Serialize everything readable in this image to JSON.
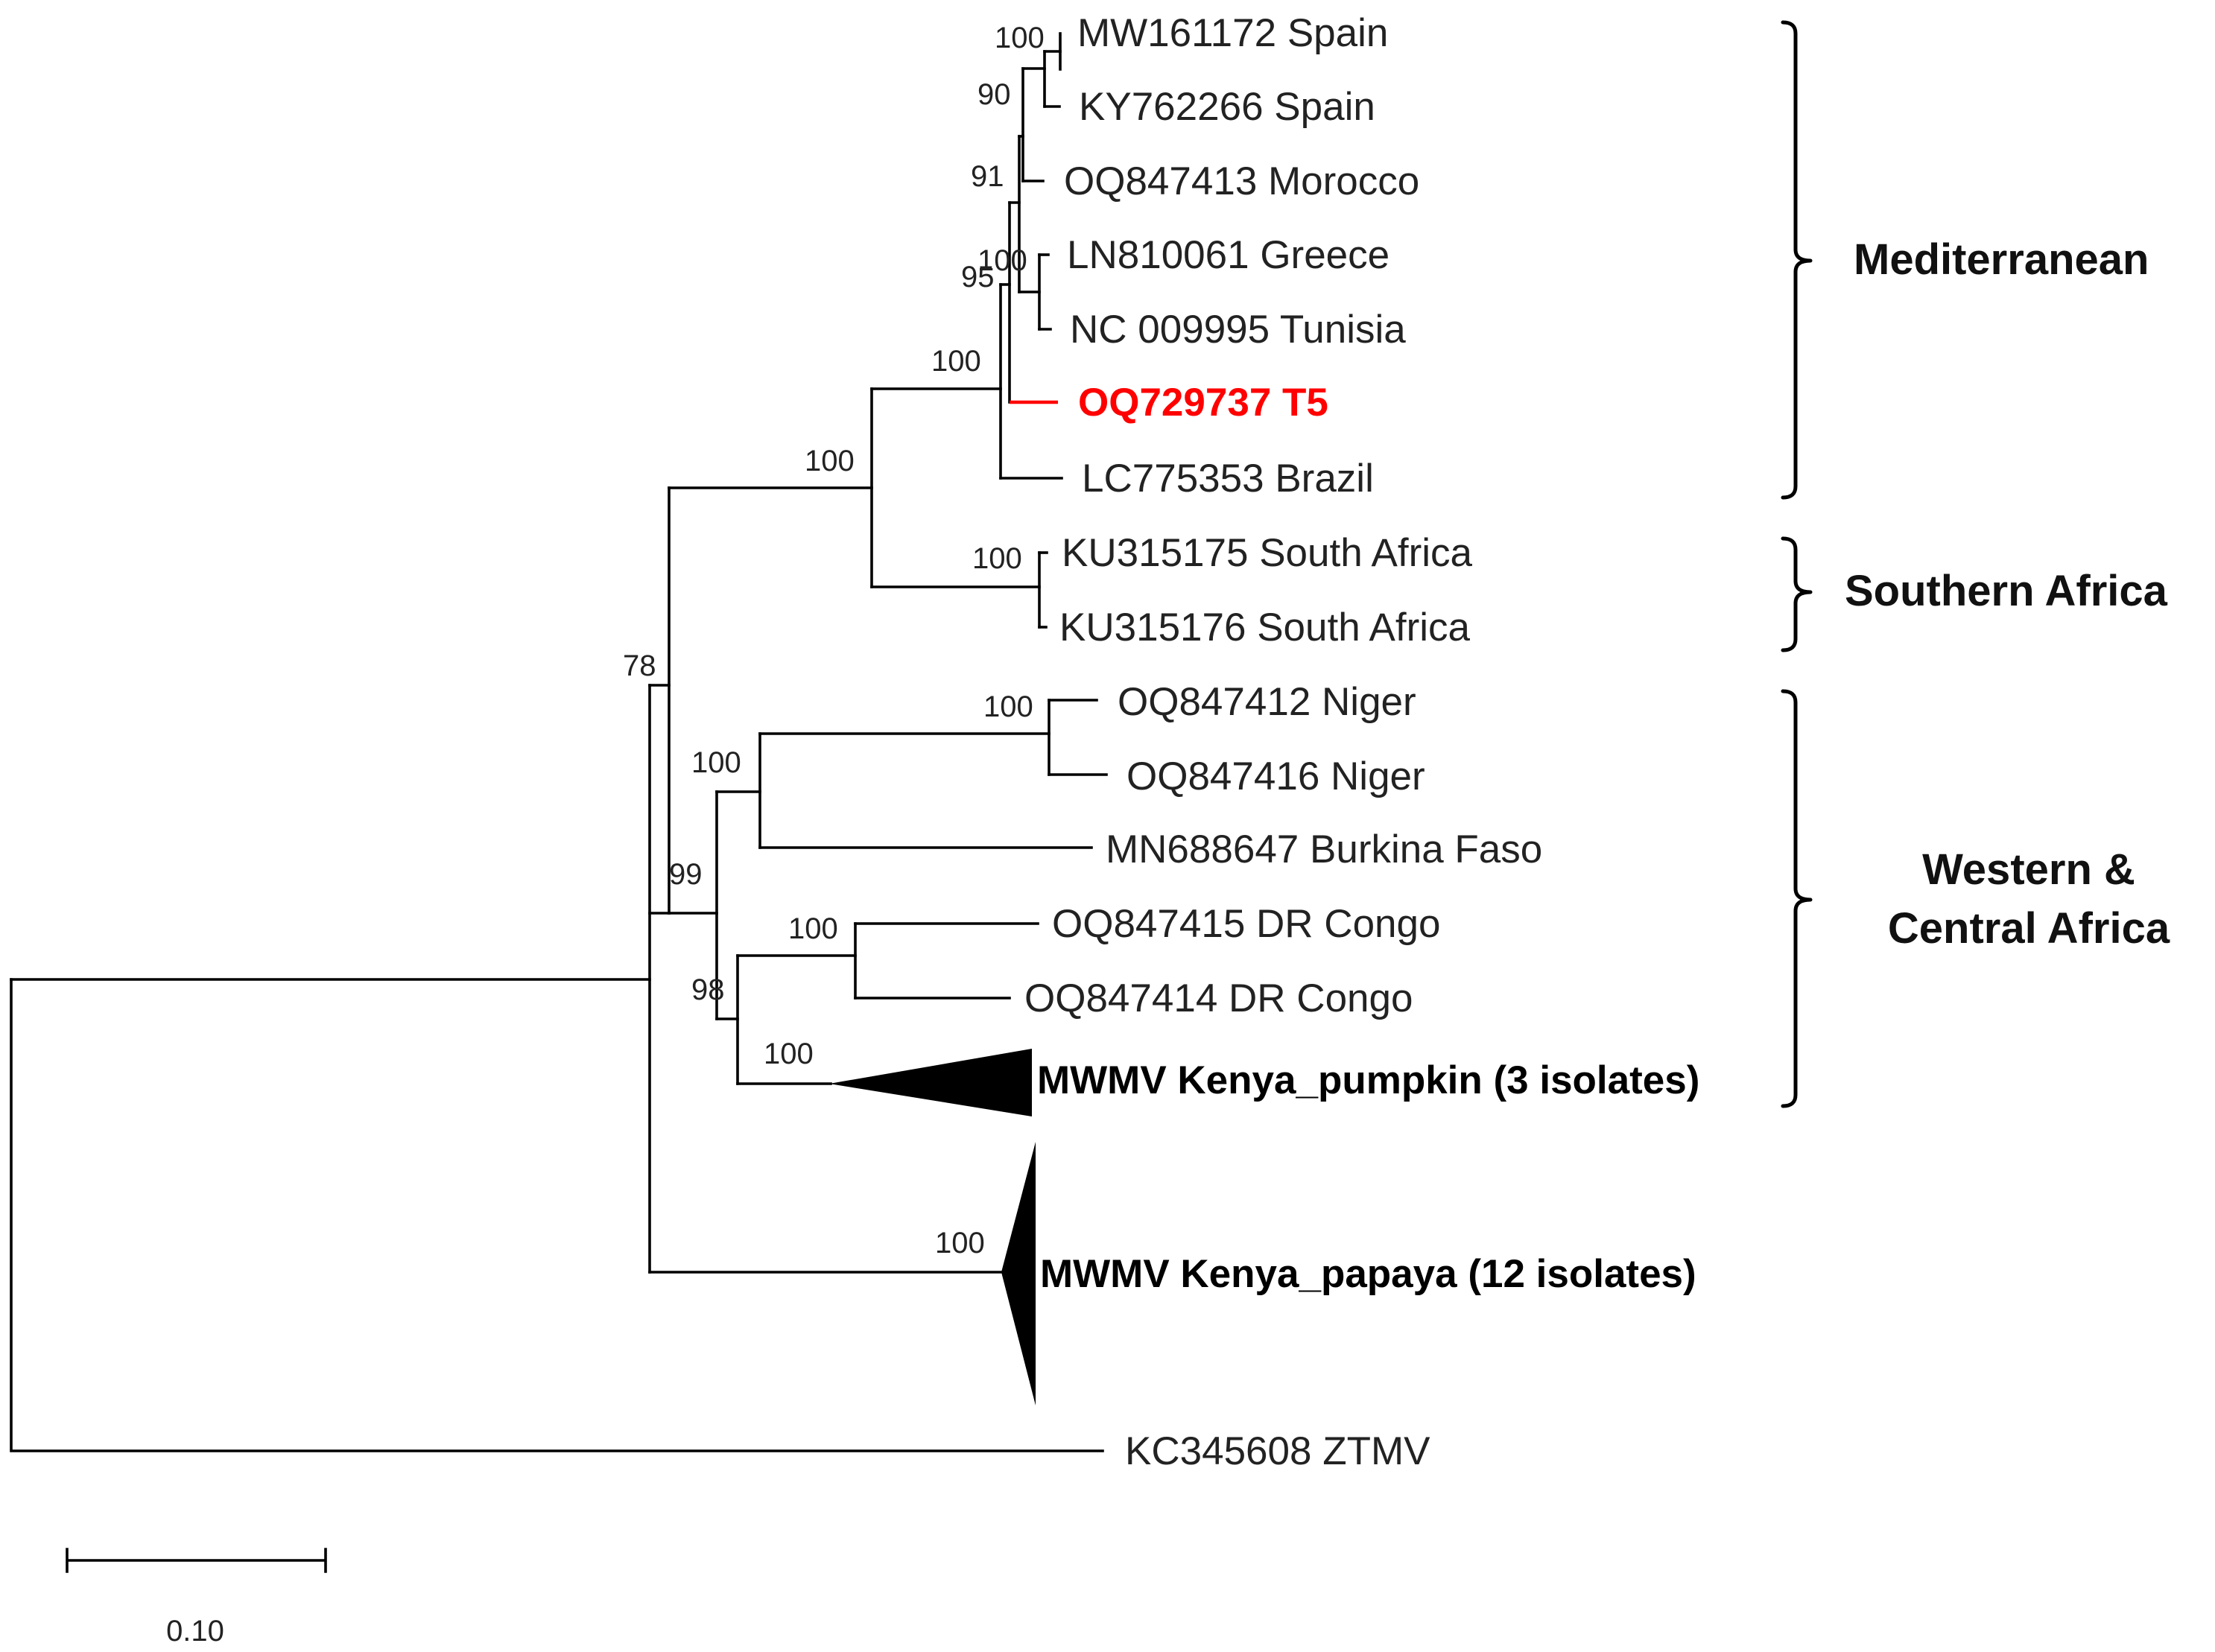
{
  "tips": {
    "mw161172": "MW161172 Spain",
    "ky762266": "KY762266 Spain",
    "oq847413": "OQ847413 Morocco",
    "ln810061": "LN810061 Greece",
    "nc009995": "NC 009995 Tunisia",
    "oq729737": "OQ729737 T5",
    "lc775353": "LC775353 Brazil",
    "ku315175": "KU315175 South Africa",
    "ku315176": "KU315176 South Africa",
    "oq847412": "OQ847412 Niger",
    "oq847416": "OQ847416 Niger",
    "mn688647": "MN688647 Burkina Faso",
    "oq847415": "OQ847415 DR Congo",
    "oq847414": "OQ847414 DR Congo",
    "kenya_pumpkin": "MWMV Kenya_pumpkin (3 isolates)",
    "kenya_papaya": "MWMV Kenya_papaya (12 isolates)",
    "kc345608": "KC345608 ZTMV"
  },
  "bootstrap": {
    "spain_pair": "100",
    "spain_ky": "90",
    "morocco_node": "91",
    "greece_tunisia": "100",
    "med_core": "95",
    "mediterranean": "100",
    "med_southafrica": "100",
    "southafrica": "100",
    "root_africa": "78",
    "niger": "100",
    "west_group": "100",
    "west_central": "99",
    "drc": "100",
    "central": "98",
    "pumpkin": "100",
    "papaya": "100"
  },
  "clades": {
    "mediterranean": "Mediterranean",
    "southern_africa": "Southern Africa",
    "western_central_line1": "Western &",
    "western_central_line2": "Central Africa"
  },
  "scale_bar": {
    "label": "0.10",
    "value": 0.1
  },
  "colors": {
    "query_isolate": "#ff0000",
    "branches": "#000000"
  }
}
